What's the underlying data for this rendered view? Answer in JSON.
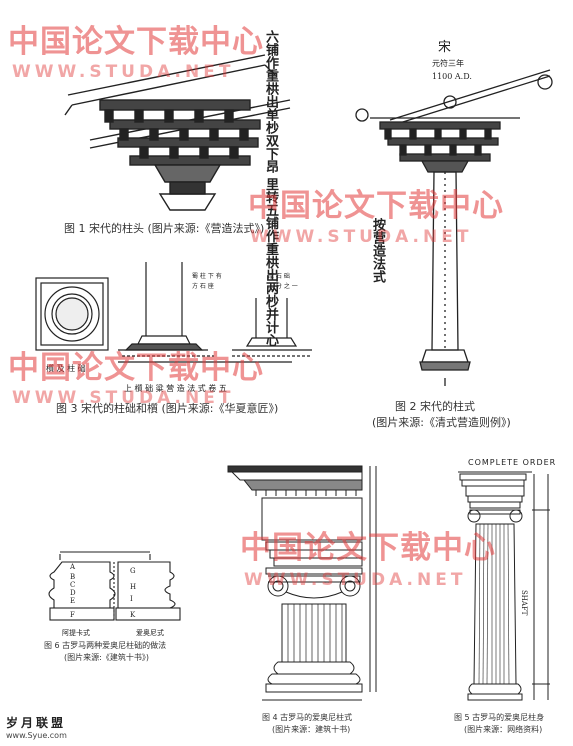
{
  "watermark": {
    "cn": "中国论文下载中心",
    "en": "WWW.STUDA.NET"
  },
  "figures": {
    "fig1": {
      "caption": "图 1   宋代的柱头 (图片来源:《营造法式》)",
      "script": "六铺作重栱出单杪双下昂 里转五铺作重栱出两杪并计心"
    },
    "fig2": {
      "caption_line1": "图 2   宋代的柱式",
      "caption_line2": "(图片来源:《清式营造则例》)",
      "label_song": "宋",
      "label_year_cn": "元符三年",
      "label_year_ad": "1100 A.D.",
      "side_text": "按营造法式"
    },
    "fig3": {
      "caption": "图 3   宋代的柱础和櫍 (图片来源:《华夏意匠》)",
      "plan_label": "櫍 及 柱 础",
      "bottom_note": "上 櫍 础 粱 营 造 法 式 卷 五",
      "notes": "櫍下有石础"
    },
    "fig4": {
      "caption_line1": "图 4   古罗马的爱奥尼柱式",
      "caption_line2": "(图片来源：建筑十书)"
    },
    "fig5": {
      "caption_line1": "图 5   古罗马的爱奥尼柱身",
      "caption_line2": "(图片来源：网络资料)",
      "header": "COMPLETE ORDER",
      "shaft_label": "SHAFT"
    },
    "fig6": {
      "caption_line1": "图 6   古罗马两种爱奥尼柱础的做法",
      "caption_line2": "(图片来源:《建筑十书》)",
      "left_label": "阿提卡式",
      "right_label": "爱奥尼式",
      "letters": [
        "A",
        "B",
        "C",
        "D",
        "E",
        "F",
        "G",
        "H",
        "I",
        "K"
      ]
    }
  },
  "footer": {
    "logo": "岁月联盟",
    "url": "www.Syue.com"
  }
}
